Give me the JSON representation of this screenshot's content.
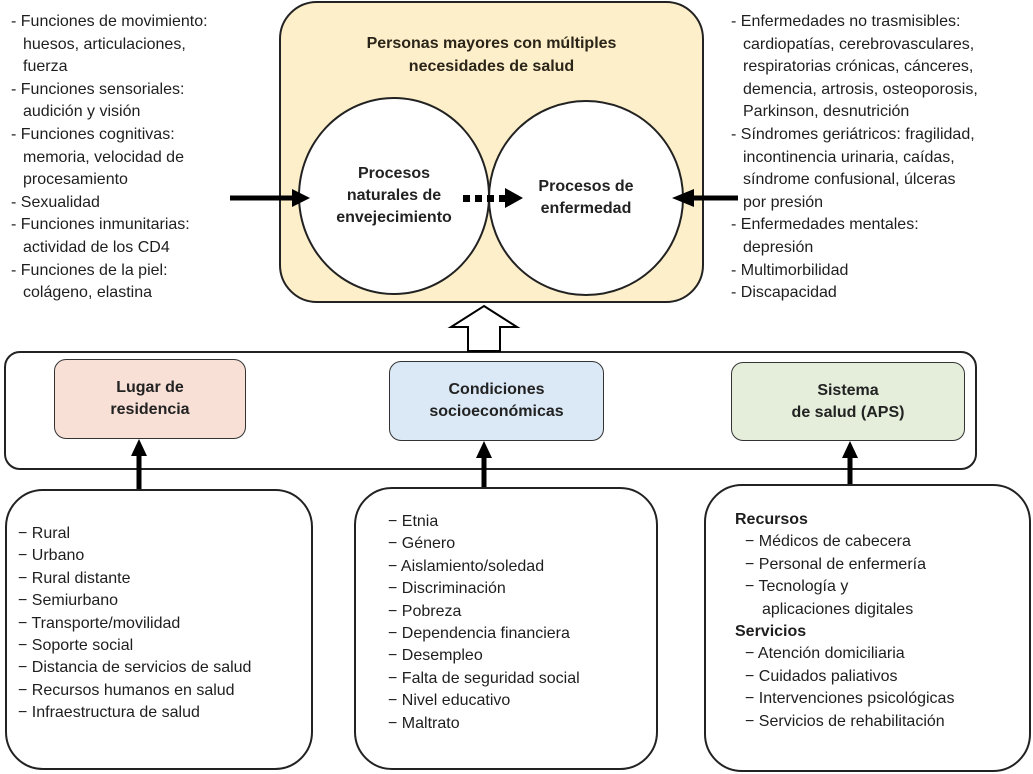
{
  "left_list": {
    "items": [
      {
        "label": "- Funciones de movimiento:",
        "cont": [
          "huesos, articulaciones,",
          "fuerza"
        ]
      },
      {
        "label": "- Funciones sensoriales:",
        "cont": [
          "audición y visión"
        ]
      },
      {
        "label": "- Funciones  cognitivas:",
        "cont": [
          "memoria, velocidad de",
          "procesamiento"
        ]
      },
      {
        "label": "- Sexualidad",
        "cont": []
      },
      {
        "label": "- Funciones inmunitarias:",
        "cont": [
          "actividad de los CD4"
        ]
      },
      {
        "label": "- Funciones de la piel:",
        "cont": [
          "colágeno, elastina"
        ]
      }
    ]
  },
  "center": {
    "title_line1": "Personas mayores con múltiples",
    "title_line2": "necesidades de salud",
    "circle_left": [
      "Procesos",
      "naturales de",
      "envejecimiento"
    ],
    "circle_right": [
      "Procesos de",
      "enfermedad"
    ],
    "fill_color": "#fcefc9"
  },
  "right_list": {
    "items": [
      {
        "label": "- Enfermedades no trasmisibles:",
        "cont": [
          "cardiopatías, cerebrovasculares,",
          "respiratorias crónicas, cánceres,",
          "demencia, artrosis, osteoporosis,",
          "Parkinson, desnutrición"
        ]
      },
      {
        "label": "- Síndromes geriátricos: fragilidad,",
        "cont": [
          "incontinencia urinaria, caídas,",
          "síndrome confusional, úlceras",
          "por presión"
        ]
      },
      {
        "label": "- Enfermedades mentales:",
        "cont": [
          "depresión"
        ]
      },
      {
        "label": "- Multimorbilidad",
        "cont": []
      },
      {
        "label": "- Discapacidad",
        "cont": []
      }
    ]
  },
  "factors": {
    "residence": {
      "line1": "Lugar de",
      "line2": "residencia",
      "color": "#f9e0d7"
    },
    "socio": {
      "line1": "Condiciones",
      "line2": "socioeconómicas",
      "color": "#dbe8f5"
    },
    "health": {
      "line1": "Sistema",
      "line2": "de salud (APS)",
      "color": "#e4eedb"
    }
  },
  "bottom": {
    "residence": [
      "− Rural",
      "− Urbano",
      "− Rural distante",
      "− Semiurbano",
      "− Transporte/movilidad",
      "− Soporte social",
      "− Distancia de servicios de salud",
      "− Recursos humanos en salud",
      "− Infraestructura de salud"
    ],
    "socio": [
      "− Etnia",
      "− Género",
      "− Aislamiento/soledad",
      "− Discriminación",
      "− Pobreza",
      "− Dependencia financiera",
      "− Desempleo",
      "− Falta de seguridad social",
      "− Nivel educativo",
      "− Maltrato"
    ],
    "health": {
      "resources_heading": "Recursos",
      "resources": [
        "− Médicos de cabecera",
        "− Personal de enfermería",
        "− Tecnología y"
      ],
      "resources_cont": "aplicaciones digitales",
      "services_heading": "Servicios",
      "services": [
        "− Atención domiciliaria",
        "− Cuidados paliativos",
        "− Intervenciones psicológicas",
        "− Servicios de rehabilitación"
      ]
    }
  }
}
